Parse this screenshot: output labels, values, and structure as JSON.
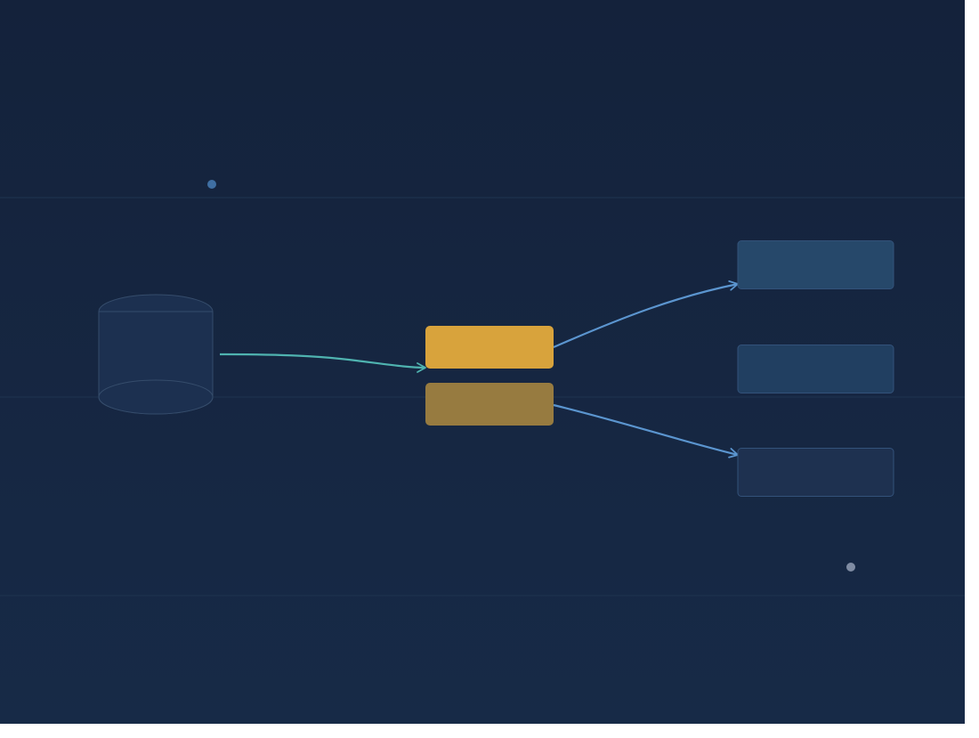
{
  "colors": {
    "background_top": "#14223b",
    "background_bottom": "#172a47",
    "band_line": "#1e3350",
    "database_fill": "#1c3050",
    "database_stroke": "#354c6b",
    "queue_primary": "#d8a33c",
    "queue_secondary": "#977b40",
    "output_box_1": "#26486a",
    "output_box_2": "#213f61",
    "output_box_3": "#1e3150",
    "output_stroke": "#33527a",
    "input_arrow": "#4fb3b0",
    "output_arrow": "#5b95cf",
    "dot_blue": "#3f6fa3",
    "dot_grey": "#7f8ca3"
  },
  "nodes": [
    {
      "id": "source-database",
      "shape": "cylinder",
      "label": ""
    },
    {
      "id": "queue-primary",
      "shape": "rounded-rect",
      "label": ""
    },
    {
      "id": "queue-secondary",
      "shape": "rounded-rect",
      "label": ""
    },
    {
      "id": "output-1",
      "shape": "rounded-rect",
      "label": ""
    },
    {
      "id": "output-2",
      "shape": "rounded-rect",
      "label": ""
    },
    {
      "id": "output-3",
      "shape": "rounded-rect",
      "label": ""
    }
  ],
  "edges": [
    {
      "from": "source-database",
      "to": "queue-primary"
    },
    {
      "from": "queue-primary",
      "to": "output-1"
    },
    {
      "from": "queue-secondary",
      "to": "output-3"
    }
  ]
}
